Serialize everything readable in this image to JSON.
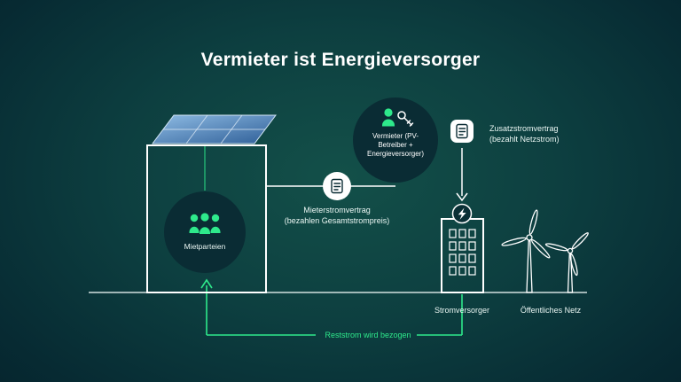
{
  "title": "Vermieter ist Energieversorger",
  "colors": {
    "accent": "#2EE98B",
    "dark_node": "#0A2C34",
    "bg_center": "#135049",
    "bg_edge": "#041C26"
  },
  "tenants": {
    "label": "Mietparteien"
  },
  "landlord": {
    "lines": [
      "Vermieter (PV-",
      "Betreiber +",
      "Energieversorger)"
    ]
  },
  "contracts": {
    "tenant": {
      "lines": [
        "Mieterstromvertrag",
        "(bezahlen Gesamtstrompreis)"
      ]
    },
    "grid": {
      "lines": [
        "Zusatzstromvertrag",
        "(bezahlt Netzstrom)"
      ]
    }
  },
  "provider": {
    "label": "Stromversorger"
  },
  "public_grid": {
    "label": "Öffentliches Netz"
  },
  "residual_flow": {
    "label": "Reststrom wird bezogen"
  }
}
